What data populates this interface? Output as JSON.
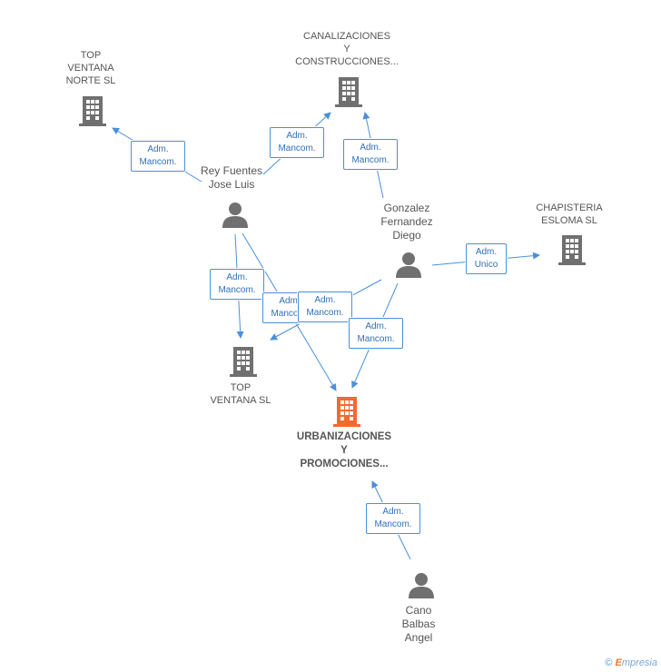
{
  "colors": {
    "edge": "#4a90d9",
    "building": "#707070",
    "main_building": "#f26a2e",
    "person": "#707070"
  },
  "nodes": {
    "top_ventana_norte": {
      "label": "TOP\nVENTANA\nNORTE SL"
    },
    "canalizaciones": {
      "label": "CANALIZACIONES\nY\nCONSTRUCCIONES..."
    },
    "chapisteria": {
      "label": "CHAPISTERIA\nESLOMA  SL"
    },
    "top_ventana": {
      "label": "TOP\nVENTANA SL"
    },
    "urbanizaciones": {
      "label": "URBANIZACIONES\nY\nPROMOCIONES..."
    },
    "rey_fuentes": {
      "label": "Rey Fuentes\nJose Luis"
    },
    "gonzalez": {
      "label": "Gonzalez\nFernandez\nDiego"
    },
    "cano": {
      "label": "Cano\nBalbas\nAngel"
    }
  },
  "edges": {
    "e1": {
      "line1": "Adm.",
      "line2": "Mancom."
    },
    "e2": {
      "line1": "Adm.",
      "line2": "Mancom."
    },
    "e3": {
      "line1": "Adm.",
      "line2": "Mancom."
    },
    "e4": {
      "line1": "Adm.",
      "line2": "Unico"
    },
    "e5": {
      "line1": "Adm.",
      "line2": "Mancom."
    },
    "e6": {
      "line1": "Adm.",
      "line2": "Mancom."
    },
    "e7": {
      "line1": "Adm.",
      "line2": "Mancom."
    },
    "e8": {
      "line1": "Adm.",
      "line2": "Mancom."
    },
    "e9": {
      "line1": "Adm.",
      "line2": "Mancom."
    }
  },
  "footer": {
    "copyright": "©",
    "brand_e": "E",
    "brand_rest": "mpresia"
  }
}
